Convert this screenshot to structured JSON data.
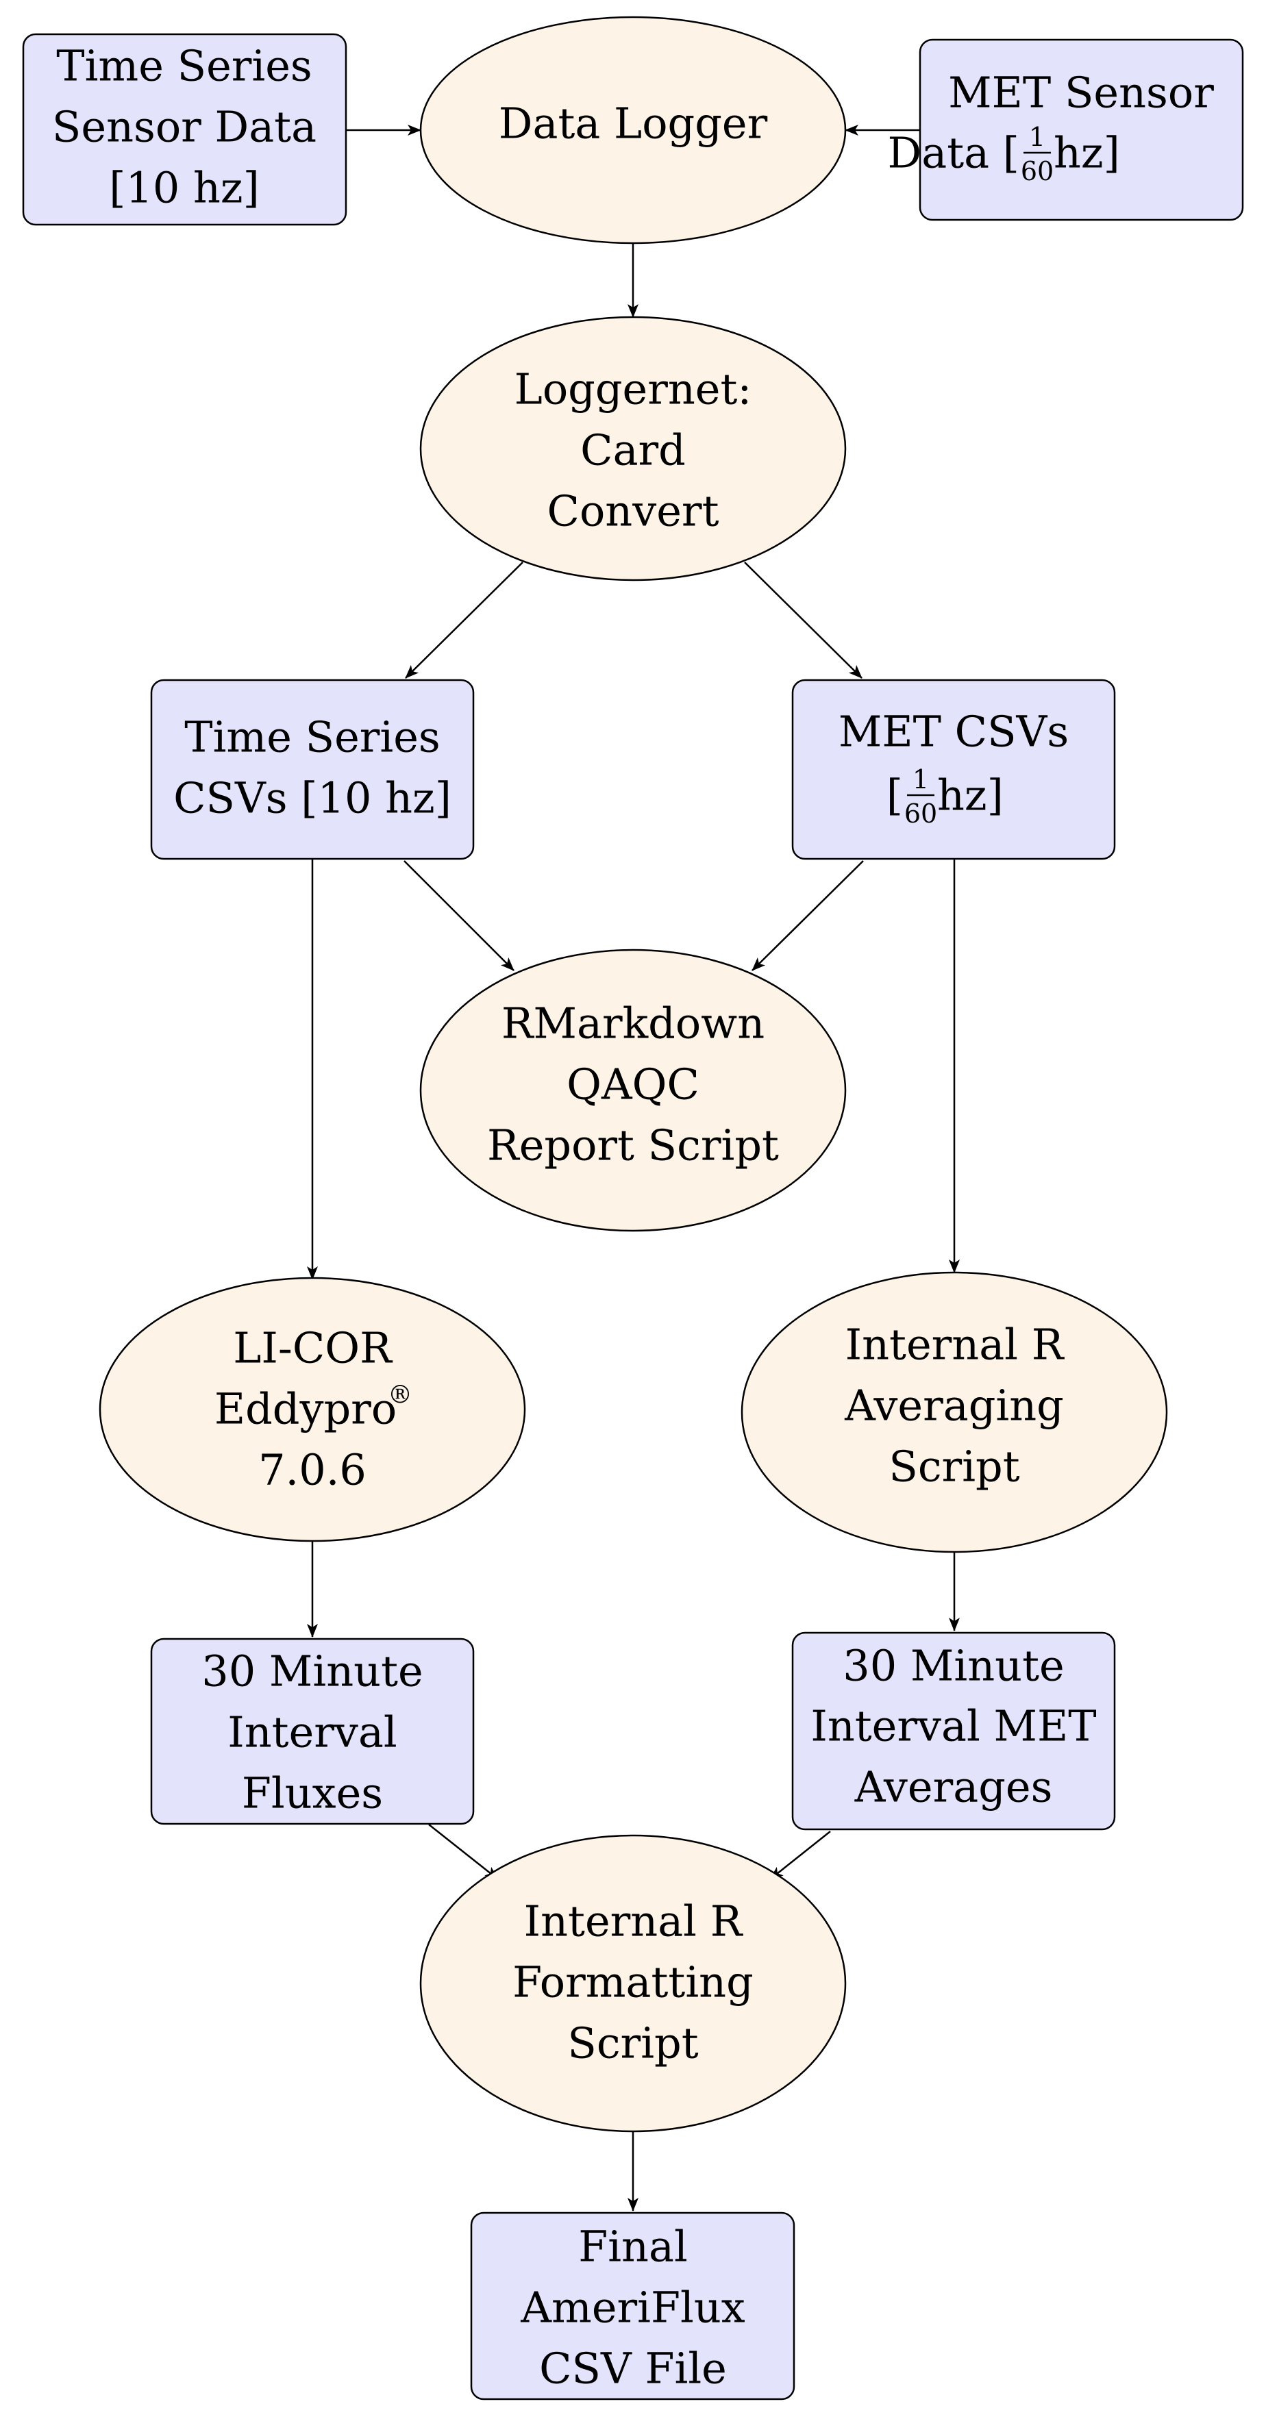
{
  "nodes": {
    "time_series_sensor": {
      "lines": [
        "Time Series",
        "Sensor Data",
        "[10 hz]"
      ]
    },
    "data_logger": {
      "lines": [
        "Data Logger"
      ]
    },
    "met_sensor": {
      "line1": "MET Sensor",
      "line2_pre": "Data [",
      "frac_num": "1",
      "frac_den": "60",
      "line2_post": " hz]"
    },
    "loggernet": {
      "lines": [
        "Loggernet:",
        "Card",
        "Convert"
      ]
    },
    "time_series_csvs": {
      "lines": [
        "Time Series",
        "CSVs [10 hz]"
      ]
    },
    "met_csvs": {
      "line1": "MET CSVs",
      "line2_pre": "[",
      "frac_num": "1",
      "frac_den": "60",
      "line2_post": " hz]"
    },
    "rmarkdown": {
      "lines": [
        "RMarkdown",
        "QAQC",
        "Report Script"
      ]
    },
    "licor": {
      "line1": "LI-COR",
      "line2": "Eddypro",
      "sup": "®",
      "line3": "7.0.6"
    },
    "internal_r_avg": {
      "lines": [
        "Internal R",
        "Averaging",
        "Script"
      ]
    },
    "fluxes": {
      "lines": [
        "30 Minute",
        "Interval",
        "Fluxes"
      ]
    },
    "met_averages": {
      "lines": [
        "30 Minute",
        "Interval MET",
        "Averages"
      ]
    },
    "internal_r_fmt": {
      "lines": [
        "Internal R",
        "Formatting",
        "Script"
      ]
    },
    "final_csv": {
      "lines": [
        "Final",
        "AmeriFlux",
        "CSV File"
      ]
    }
  },
  "colors": {
    "rect_fill": "#e3e3fb",
    "ellipse_fill": "#fdf3e6",
    "stroke": "#000000"
  }
}
